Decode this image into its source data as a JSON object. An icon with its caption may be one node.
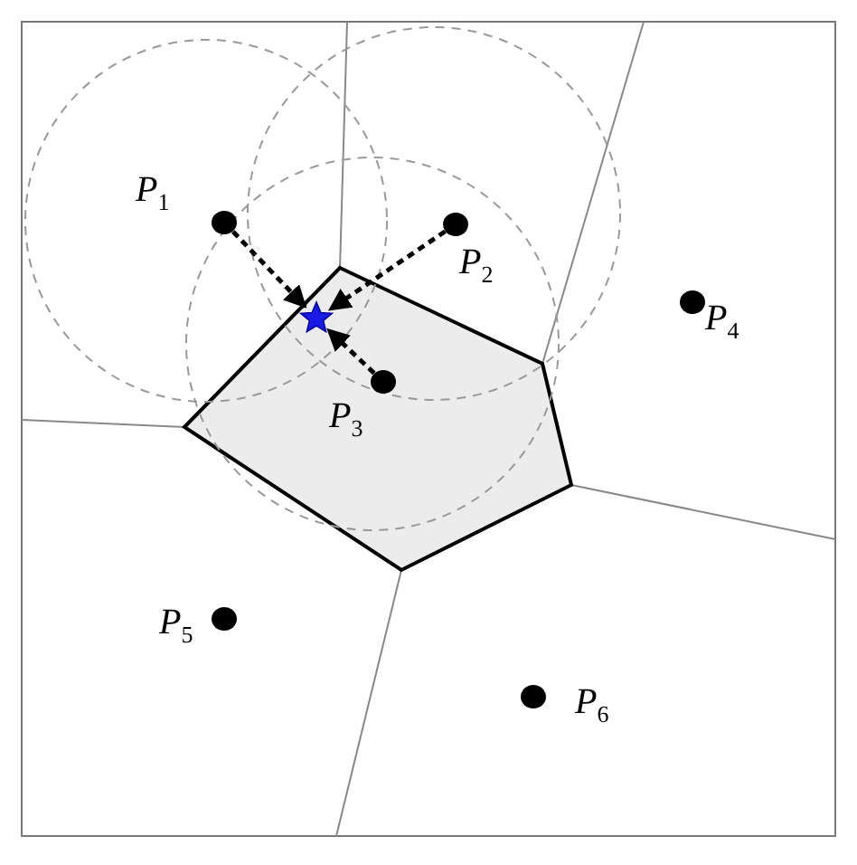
{
  "diagram": {
    "nodes": [
      {
        "text": [],
        "shape": "circle",
        "beside": [
          "P$_{1}$"
        ]
      },
      {
        "text": [],
        "shape": "circle",
        "beside": [
          "P$_{2}$"
        ]
      },
      {
        "text": [],
        "shape": "circle",
        "beside": [
          "P$_{3}$"
        ]
      },
      {
        "text": [],
        "shape": "circle",
        "beside": [
          "P$_{4}$"
        ]
      },
      {
        "text": [],
        "shape": "circle",
        "beside": [
          "P$_{5}$"
        ]
      },
      {
        "text": [],
        "shape": "circle",
        "beside": [
          "P$_{6}$"
        ]
      },
      {
        "text": [],
        "shape": "star"
      }
    ],
    "edges": [
      {
        "from": 0,
        "to": 6,
        "arrow": "to",
        "style": "dashed"
      },
      {
        "from": 1,
        "to": 6,
        "arrow": "to",
        "style": "dashed"
      },
      {
        "from": 2,
        "to": 6,
        "arrow": "to",
        "style": "dashed"
      }
    ]
  }
}
